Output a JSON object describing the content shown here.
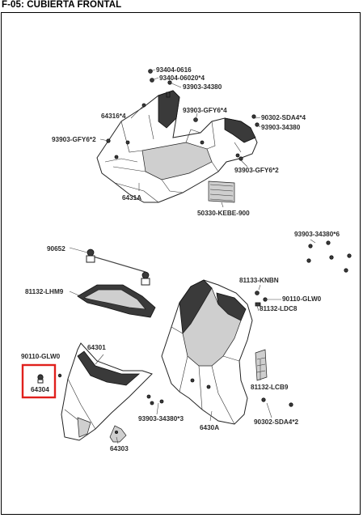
{
  "page": {
    "title": "F-05: CUBIERTA FRONTAL"
  },
  "highlight_color": "#e0201c",
  "parts": {
    "p93404_0616": "93404-0616",
    "p93404_06020": "93404-06020*4",
    "p93903_34380_top": "93903-34380",
    "p64316": "64316*4",
    "p93903_gfy6_4": "93903-GFY6*4",
    "p90302_sda4_4": "90302-SDA4*4",
    "p93903_34380_r": "93903-34380",
    "p93903_gfy6_2_left": "93903-GFY6*2",
    "p93903_gfy6_2_right": "93903-GFY6*2",
    "p6431a": "6431A",
    "p50330": "50330-KEBE-900",
    "p93903_34380_6": "93903-34380*6",
    "p90652": "90652",
    "p81133": "81133-KNBN",
    "p90110_glw0_r": "90110-GLW0",
    "p81132_lhm9": "81132-LHM9",
    "p81132_ldc8": "81132-LDC8",
    "p90110_glw0_l": "90110-GLW0",
    "p64301": "64301",
    "p64304": "64304",
    "p81132_lcb9": "81132-LCB9",
    "p93903_34380_3": "93903-34380*3",
    "p90302_sda4_2": "90302-SDA4*2",
    "p6430a": "6430A",
    "p64303": "64303"
  }
}
